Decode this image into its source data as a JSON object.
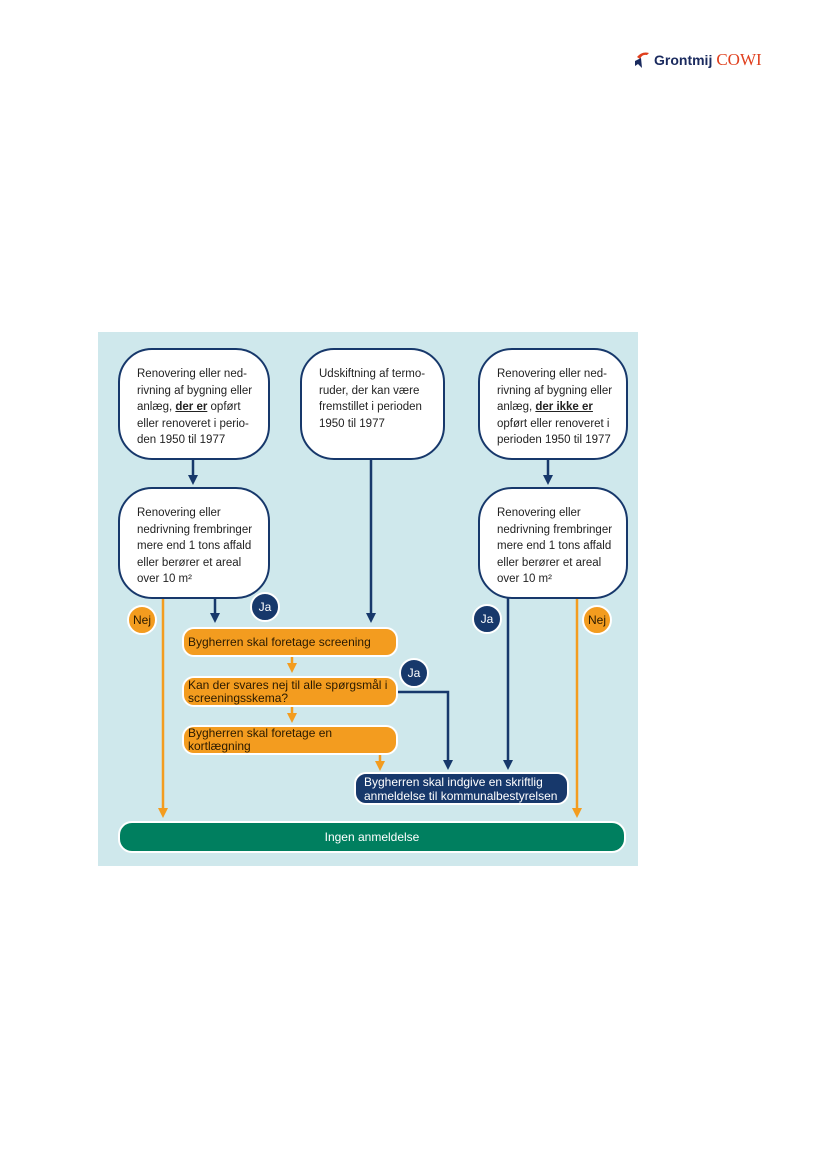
{
  "logo": {
    "part1": "Grontmij",
    "part2": "COWI"
  },
  "diagram": {
    "box_left_top": {
      "pre": "Renovering eller ned-rivning af bygning eller anlæg, ",
      "emph": "der er",
      "post": " opført eller renoveret i perio-den 1950 til 1977"
    },
    "box_center_top": "Udskiftning af termo-ruder, der kan være fremstillet i perioden 1950 til 1977",
    "box_right_top": {
      "pre": "Renovering eller ned-rivning af bygning eller anlæg, ",
      "emph": "der ikke er",
      "post": " opført eller renoveret i perioden 1950 til 1977"
    },
    "box_left_mid": "Renovering eller nedrivning frembringer mere end 1 tons affald eller berører et areal over 10 m²",
    "box_right_mid": "Renovering eller nedrivning frembringer mere end 1 tons affald eller berører et areal over 10 m²",
    "yes": "Ja",
    "no": "Nej",
    "step_screening": "Bygherren skal foretage screening",
    "step_question": "Kan der svares nej til alle spørgsmål i screeningsskema?",
    "step_mapping": "Bygherren skal foretage en kortlægning",
    "step_notify": "Bygherren skal indgive en skriftlig anmeldelse til kommunalbestyrelsen",
    "result_none": "Ingen anmeldelse"
  }
}
